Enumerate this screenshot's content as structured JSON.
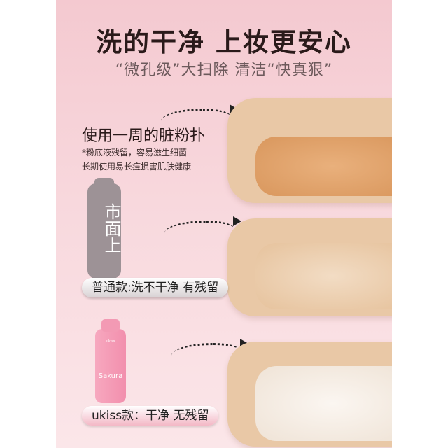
{
  "headline": "洗的干净 上妆更安心",
  "subheadline": "“微孔级”大扫除 清洁“快真狠”",
  "dirty_section": {
    "title": "使用一周的脏粉扑",
    "note_line1": "*粉底液残留，容易滋生细菌",
    "note_line2": "长期使用易长痘损害肌肤健康"
  },
  "ordinary": {
    "bottle_label": "市面上",
    "caption": "普通款:洗不干净 有残留"
  },
  "ukiss": {
    "bottle_brand": "ukiss",
    "bottle_name": "Sakura",
    "caption": "ukiss款：干净 无残留"
  },
  "colors": {
    "bg": "#f8d8dd",
    "sponge": "#e9c8a6"
  }
}
